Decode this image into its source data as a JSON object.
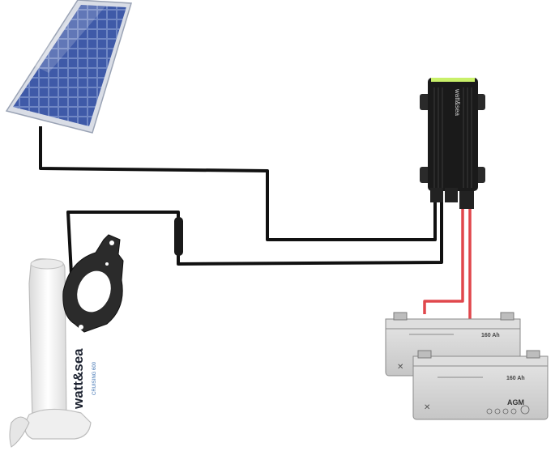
{
  "colors": {
    "wire": "#111111",
    "positive_wire": "#e0474c",
    "solar_cell": "#3f5aa8",
    "solar_frame": "#d9dde6",
    "controller": "#1a1a1a",
    "battery_body": "#d4d4d4",
    "generator_body": "#f2f2f2",
    "bracket": "#2b2b2b"
  },
  "generator": {
    "brand_label": "watt&sea",
    "badge_label": "CRUISING 600"
  },
  "controller": {
    "brand_label": "watt&sea"
  },
  "batteries": [
    {
      "capacity_label": "160 Ah",
      "type_label": ""
    },
    {
      "capacity_label": "160 Ah",
      "type_label": "AGM"
    }
  ]
}
